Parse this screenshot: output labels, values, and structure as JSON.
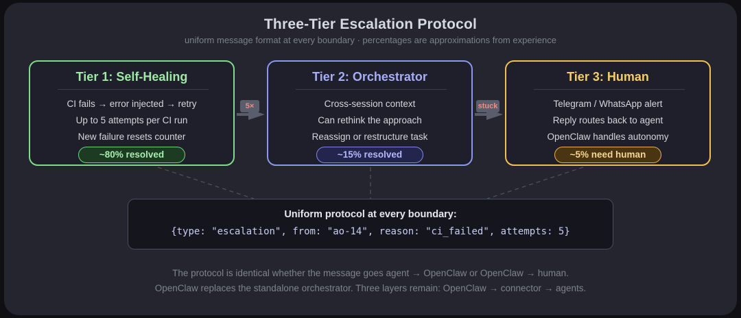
{
  "title": "Three-Tier Escalation Protocol",
  "subtitle": "uniform message format at every boundary · percentages are approximations from experience",
  "colors": {
    "tier1": "#7fdc8a",
    "tier2": "#8e96f0",
    "tier3": "#f3c055",
    "arrow_label": "#f08c86"
  },
  "tiers": [
    {
      "title": "Tier 1: Self-Healing",
      "lines": [
        "CI fails → error injected → retry",
        "Up to 5 attempts per CI run",
        "New failure resets counter"
      ],
      "badge": "~80% resolved"
    },
    {
      "title": "Tier 2: Orchestrator",
      "lines": [
        "Cross-session context",
        "Can rethink the approach",
        "Reassign or restructure task"
      ],
      "badge": "~15% resolved"
    },
    {
      "title": "Tier 3: Human",
      "lines": [
        "Telegram / WhatsApp alert",
        "Reply routes back to agent",
        "OpenClaw handles autonomy"
      ],
      "badge": "~5% need human"
    }
  ],
  "arrows": [
    {
      "label": "5×"
    },
    {
      "label": "stuck"
    }
  ],
  "protocol": {
    "heading": "Uniform protocol at every boundary:",
    "code": "{type: \"escalation\", from: \"ao-14\", reason: \"ci_failed\", attempts: 5}"
  },
  "footer": [
    "The protocol is identical whether the message goes agent → OpenClaw or OpenClaw → human.",
    "OpenClaw replaces the standalone orchestrator. Three layers remain: OpenClaw → connector → agents."
  ]
}
